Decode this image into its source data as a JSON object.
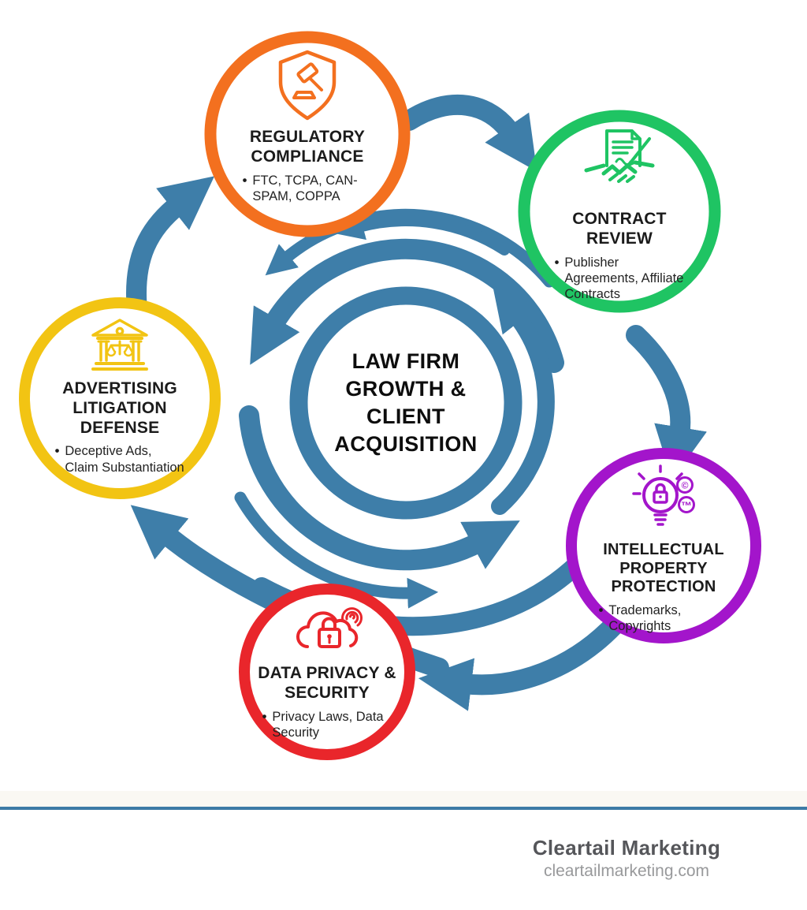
{
  "diagram": {
    "bullet_marker": "•",
    "arrow_color": "#3e7ea9",
    "center": {
      "title": "LAW FIRM GROWTH & CLIENT ACQUISITION",
      "ring_color": "#3e7ea9"
    },
    "nodes": [
      {
        "id": "regulatory-compliance",
        "title": "REGULATORY COMPLIANCE",
        "bullet": "FTC, TCPA, CAN-SPAM, COPPA",
        "color": "#f3701f",
        "icon": "shield-gavel-icon"
      },
      {
        "id": "contract-review",
        "title": "CONTRACT REVIEW",
        "bullet": "Publisher Agreements, Affiliate Contracts",
        "color": "#1fc463",
        "icon": "contract-signing-handshake-icon"
      },
      {
        "id": "intellectual-property-protection",
        "title": "INTELLECTUAL PROPERTY PROTECTION",
        "bullet": "Trademarks, Copyrights",
        "color": "#a315cb",
        "icon": "idea-bulb-lock-icon",
        "icon_badges": [
          "©",
          "™"
        ]
      },
      {
        "id": "data-privacy-security",
        "title": "DATA PRIVACY & SECURITY",
        "bullet": "Privacy Laws, Data Security",
        "color": "#e9262b",
        "icon": "cloud-lock-fingerprint-icon"
      },
      {
        "id": "advertising-litigation-defense",
        "title": "ADVERTISING LITIGATION DEFENSE",
        "bullet": "Deceptive Ads, Claim Substantiation",
        "color": "#f2c413",
        "icon": "courthouse-scales-icon"
      }
    ]
  },
  "footer": {
    "brand": "Cleartail Marketing",
    "website": "cleartailmarketing.com",
    "divider_color": "#3d7ba6"
  }
}
